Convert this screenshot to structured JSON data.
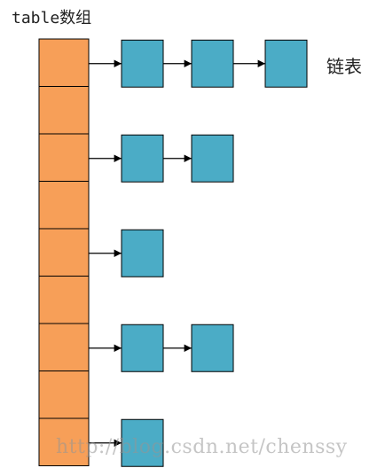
{
  "diagram": {
    "title": "table数组",
    "list_label": "链表",
    "watermark": "http://blog.csdn.net/chenssy",
    "colors": {
      "array_slot": "#F79F58",
      "node": "#4BACC6",
      "stroke": "#000000"
    },
    "array": {
      "slot_count": 9
    },
    "chains": [
      {
        "slot": 0,
        "node_count": 3
      },
      {
        "slot": 2,
        "node_count": 2
      },
      {
        "slot": 4,
        "node_count": 1
      },
      {
        "slot": 6,
        "node_count": 2
      },
      {
        "slot": 8,
        "node_count": 1
      }
    ]
  }
}
